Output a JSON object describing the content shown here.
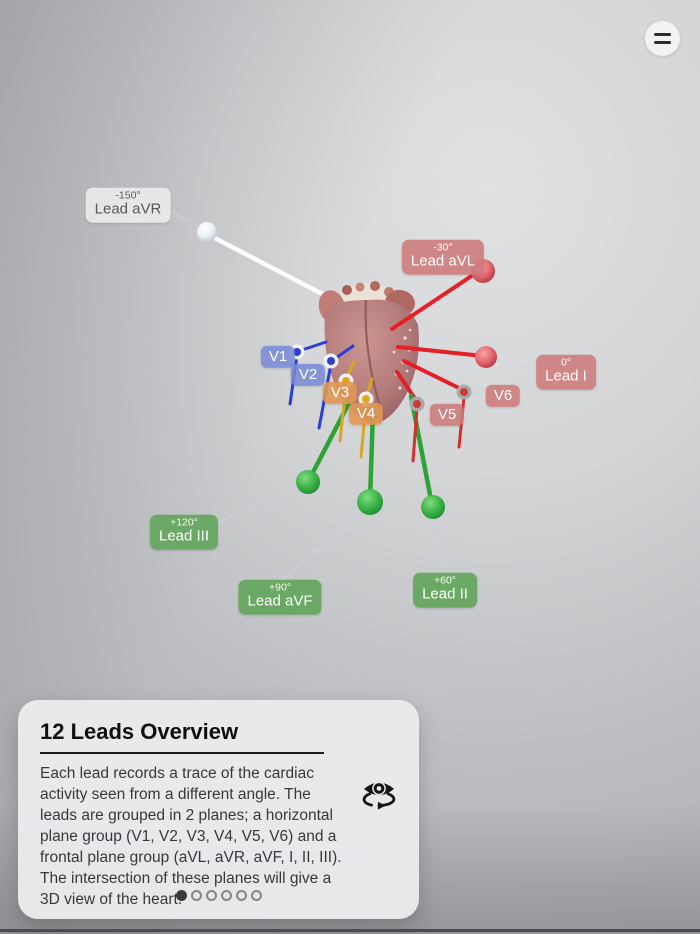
{
  "header": {
    "menu_button": {
      "icon": "hamburger-menu"
    }
  },
  "scene": {
    "frontal_leads": {
      "avr": {
        "angle": "-150°",
        "label": "Lead aVR",
        "color": "#e9eaec"
      },
      "avl": {
        "angle": "-30°",
        "label": "Lead aVL",
        "color": "#cd7a7a"
      },
      "i": {
        "angle": "0°",
        "label": "Lead I",
        "color": "#cd7a7a"
      },
      "ii": {
        "angle": "+60°",
        "label": "Lead II",
        "color": "#64a65e"
      },
      "iii": {
        "angle": "+120°",
        "label": "Lead III",
        "color": "#64a65e"
      },
      "avf": {
        "angle": "+90°",
        "label": "Lead aVF",
        "color": "#64a65e"
      }
    },
    "precordial_leads": {
      "v1": {
        "label": "V1",
        "color": "#7889d6"
      },
      "v2": {
        "label": "V2",
        "color": "#7889d6"
      },
      "v3": {
        "label": "V3",
        "color": "#e09753"
      },
      "v4": {
        "label": "V4",
        "color": "#e09753"
      },
      "v5": {
        "label": "V5",
        "color": "#cd7a7a"
      },
      "v6": {
        "label": "V6",
        "color": "#cd7a7a"
      }
    }
  },
  "info_card": {
    "title": "12 Leads Overview",
    "body": "Each lead records a trace of the cardiac activity seen from a different angle. The leads are grouped in 2 planes; a horizontal plane group (V1, V2, V3, V4, V5, V6) and a frontal plane group (aVL, aVR, aVF, I, II, III). The intersection of these planes will give a 3D view of the heart.",
    "view_button_icon": "eye-rotate-icon",
    "pagination": {
      "total": 6,
      "active_index": 0
    }
  }
}
